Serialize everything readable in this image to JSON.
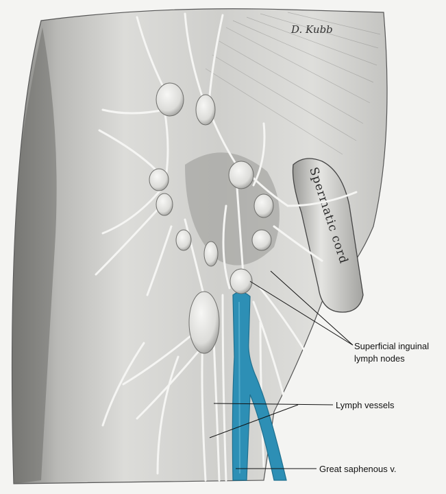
{
  "figure": {
    "signature": "D. Kubb",
    "structure_label": "Spermatic cord",
    "colors": {
      "vein": "#2d8fb5",
      "vein_edge": "#1e6f8e",
      "tissue": "#d9d9d6",
      "shadow": "#8f8f8c",
      "node": "#ececea",
      "leader": "#111111"
    },
    "labels": [
      {
        "id": "nodes",
        "lines": [
          "Superficial inguinal",
          "lymph nodes"
        ]
      },
      {
        "id": "vessels",
        "lines": [
          "Lymph vessels"
        ]
      },
      {
        "id": "saphenous",
        "lines": [
          "Great saphenous v."
        ]
      }
    ]
  }
}
